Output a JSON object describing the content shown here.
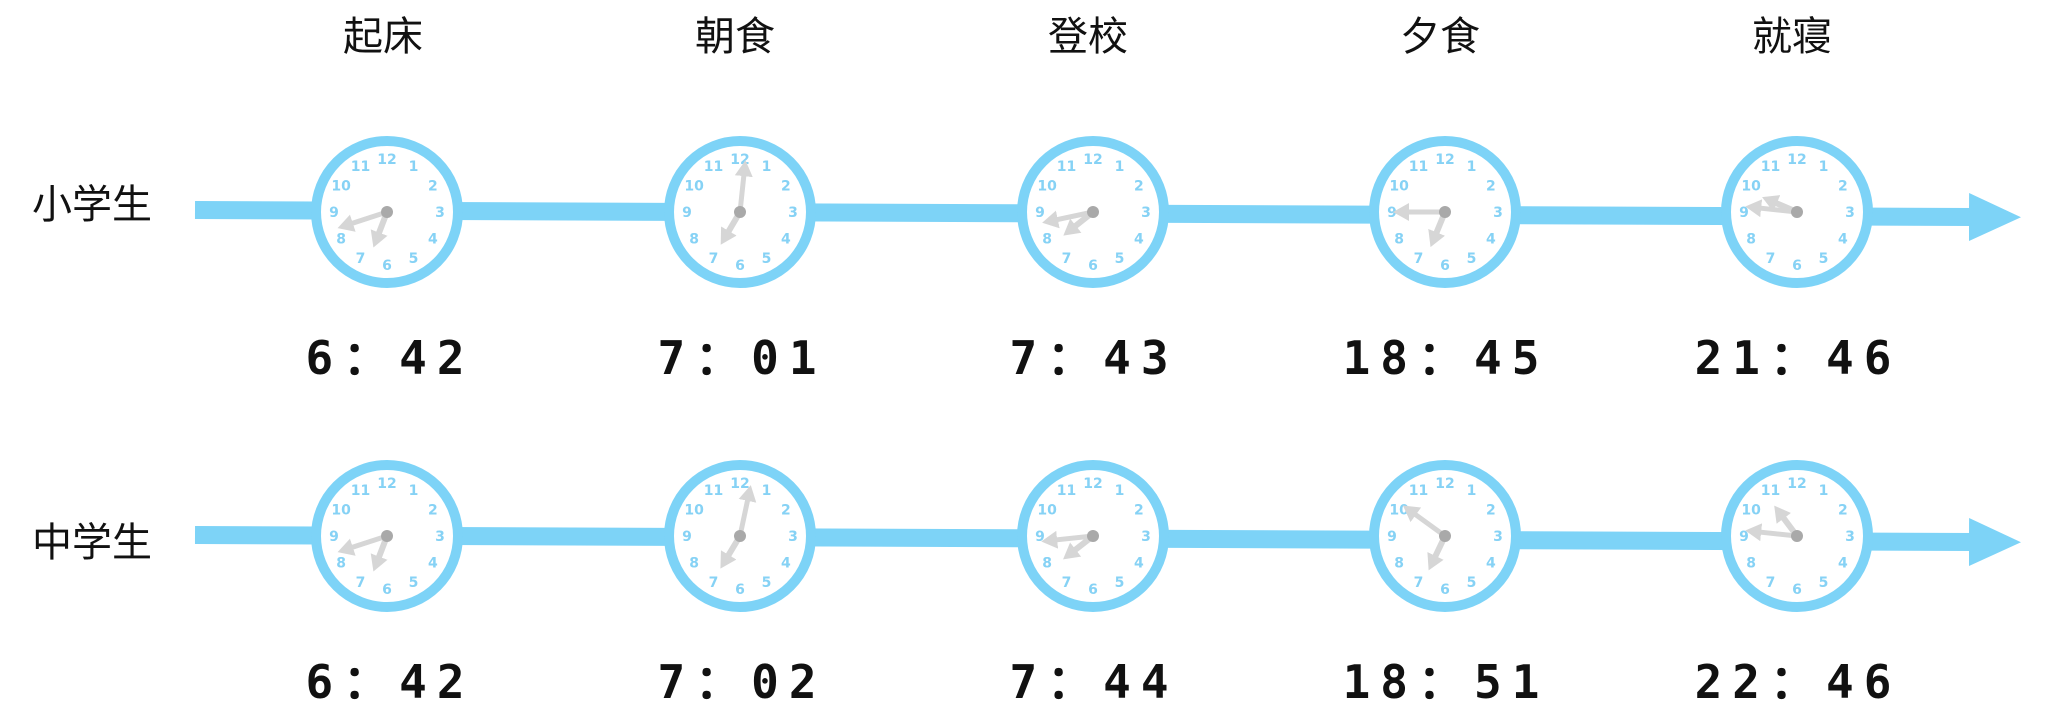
{
  "columns": [
    "起床",
    "朝食",
    "登校",
    "夕食",
    "就寝"
  ],
  "rows": [
    {
      "label": "小学生",
      "times": [
        "6：42",
        "7：01",
        "7：43",
        "18：45",
        "21：46"
      ]
    },
    {
      "label": "中学生",
      "times": [
        "6：42",
        "7：02",
        "7：44",
        "18：51",
        "22：46"
      ]
    }
  ],
  "clock_numbers": [
    "12",
    "1",
    "2",
    "3",
    "4",
    "5",
    "6",
    "7",
    "8",
    "9",
    "10",
    "11"
  ],
  "colors": {
    "timeline": "#7dd3f7",
    "clock_face": "#7dd3f7",
    "clock_numbers": "#86d2f5",
    "hands": "#d6d6d6",
    "hub": "#a9a9a9",
    "text": "#111111"
  }
}
